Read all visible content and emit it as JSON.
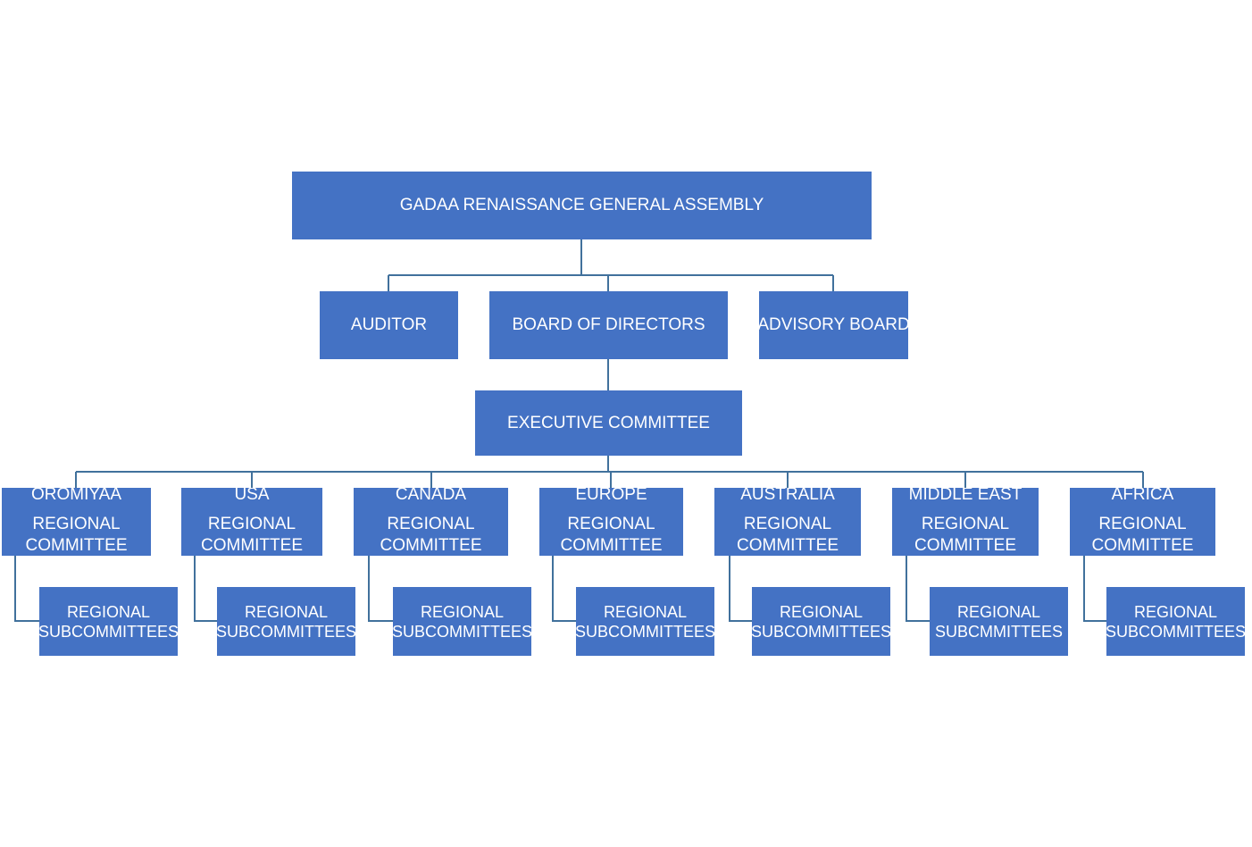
{
  "assembly": "GADAA RENAISSANCE GENERAL ASSEMBLY",
  "auditor": "AUDITOR",
  "board": "BOARD OF DIRECTORS",
  "advisory": "ADVISORY BOARD",
  "executive": "EXECUTIVE COMMITTEE",
  "regions": [
    {
      "name": "OROMIYAA",
      "title": [
        "REGIONAL",
        "COMMITTEE"
      ],
      "sub": [
        "REGIONAL",
        "SUBCOMMITTEES"
      ]
    },
    {
      "name": "USA",
      "title": [
        "REGIONAL",
        "COMMITTEE"
      ],
      "sub": [
        "REGIONAL",
        "SUBCOMMITTEES"
      ]
    },
    {
      "name": "CANADA",
      "title": [
        "REGIONAL",
        "COMMITTEE"
      ],
      "sub": [
        "REGIONAL",
        "SUBCOMMITTEES"
      ]
    },
    {
      "name": "EUROPE",
      "title": [
        "REGIONAL",
        "COMMITTEE"
      ],
      "sub": [
        "REGIONAL",
        "SUBCOMMITTEES"
      ]
    },
    {
      "name": "AUSTRALIA",
      "title": [
        "REGIONAL",
        "COMMITTEE"
      ],
      "sub": [
        "REGIONAL",
        "SUBCOMMITTEES"
      ]
    },
    {
      "name": "MIDDLE EAST",
      "title": [
        "REGIONAL",
        "COMMITTEE"
      ],
      "sub": [
        "REGIONAL",
        "SUBCMMITTEES"
      ]
    },
    {
      "name": "AFRICA",
      "title": [
        "REGIONAL",
        "COMMITTEE"
      ],
      "sub": [
        "REGIONAL",
        "SUBCOMMITTEES"
      ]
    }
  ],
  "colors": {
    "box": "#4472c4",
    "line": "#41719c",
    "text": "#ffffff"
  }
}
